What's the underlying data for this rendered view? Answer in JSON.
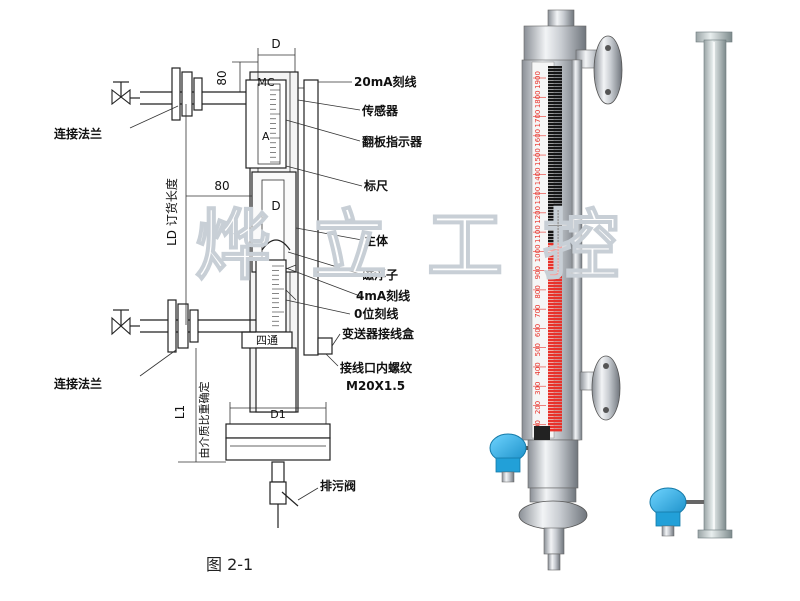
{
  "diagram": {
    "dim_d_top": "D",
    "dim_80_top": "80",
    "dim_80_mid": "80",
    "dim_d_mid": "D",
    "dim_ld": "LD 订货长度",
    "dim_l1": "L1",
    "dim_l1_note": "由介质比重确定",
    "dim_d1": "D1",
    "tube_top_label": "MC",
    "tube_mark_a": "A",
    "tube_bottom_label": "四通",
    "labels": {
      "connect_flange_top": "连接法兰",
      "scale_20ma": "20mA刻线",
      "sensor": "传感器",
      "flip_indicator": "翻板指示器",
      "ruler": "标尺",
      "main_body": "主体",
      "magnetic_float": "磁浮子",
      "scale_4ma": "4mA刻线",
      "zero_line": "0位刻线",
      "junction_box": "变送器接线盒",
      "thread_1": "接线口内螺纹",
      "thread_2": "M20X1.5",
      "connect_flange_bottom": "连接法兰",
      "drain_valve": "排污阀"
    },
    "caption": "图 2-1",
    "watermark": "烨立工控"
  },
  "photo": {
    "scale_numbers": [
      "1900",
      "1800",
      "1700",
      "1600",
      "1500",
      "1400",
      "1300",
      "1200",
      "1100",
      "1000",
      "900",
      "800",
      "700",
      "600",
      "500",
      "400",
      "300",
      "200",
      "100"
    ],
    "red": "#e8322a",
    "black": "#151515",
    "box_blue": "#2ab0e8"
  }
}
